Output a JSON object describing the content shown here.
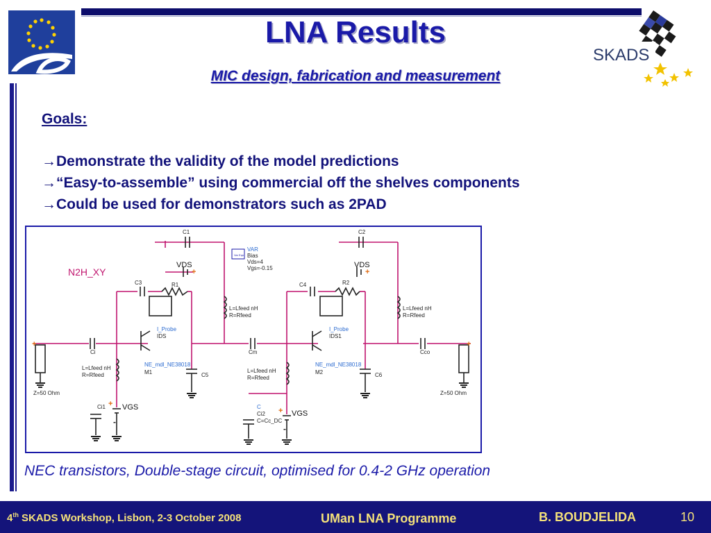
{
  "header": {
    "title": "LNA Results",
    "subtitle": "MIC design, fabrication and measurement"
  },
  "logos": {
    "eu_logo": "eu-fp6-logo",
    "skads_logo_text": "SKADS"
  },
  "content": {
    "goals_heading": "Goals:",
    "bullets": [
      "→Demonstrate the validity of the model predictions",
      "→“Easy-to-assemble” using commercial off the shelves components",
      "→Could be used for demonstrators such as 2PAD"
    ],
    "caption": "NEC transistors, Double-stage circuit, optimised for 0.4-2 GHz operation"
  },
  "schematic": {
    "design_name": "N2H_XY",
    "labels": {
      "c1": "C1",
      "c2": "C2",
      "c3": "C3",
      "c4": "C4",
      "r1": "R1",
      "r2": "R2",
      "vds1": "VDS",
      "vds2": "VDS",
      "var_box": "Var Eqn",
      "var": "VAR",
      "bias": "Bias",
      "vds_val": "Vds=4",
      "vgs_val": "Vgs=-0.15",
      "l1a": "L=Lfeed nH",
      "l1b": "R=Rfeed",
      "l2a": "L=Lfeed nH",
      "l2b": "R=Rfeed",
      "l3a": "L=Lfeed nH",
      "l3b": "R=Rfeed",
      "l4a": "L=Lfeed nH",
      "l4b": "R=Rfeed",
      "probe1": "I_Probe",
      "ids1": "IDS",
      "probe2": "I_Probe",
      "ids2": "IDS1",
      "model1": "NE_mdl_NE38018",
      "m1": "M1",
      "model2": "NE_mdl_NE38018",
      "m2": "M2",
      "ci": "Ci",
      "cm": "Cm",
      "cco": "Cco",
      "c5": "C5",
      "c6": "C6",
      "ci1": "Ci1",
      "ci2": "Ci2",
      "c_label": "C",
      "c_val": "C=Cc_DC",
      "vgs1": "VGS",
      "vgs2": "VGS",
      "z1": "Z=50 Ohm",
      "z2": "Z=50 Ohm",
      "plus": "+",
      "minus": "-"
    }
  },
  "footer": {
    "workshop_num": "4",
    "workshop_sup": "th",
    "workshop_rest": " SKADS Workshop, Lisbon, 2-3 October 2008",
    "programme": "UMan LNA Programme",
    "author": "B. BOUDJELIDA",
    "page": "10"
  },
  "colors": {
    "title_blue": "#1a1aa8",
    "footer_bg": "#14147a",
    "footer_text": "#f5e27a",
    "wire_magenta": "#c0146e"
  }
}
